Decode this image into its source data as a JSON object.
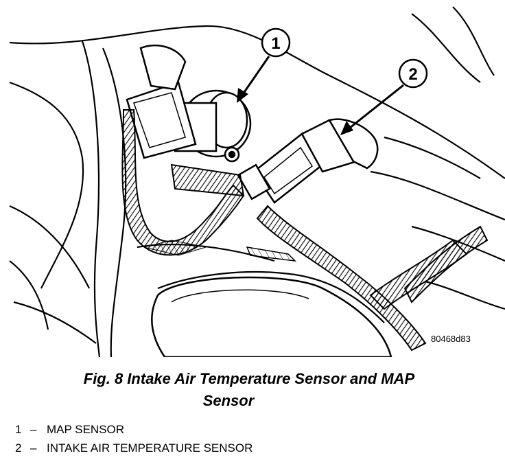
{
  "figure": {
    "callouts": [
      {
        "number": "1"
      },
      {
        "number": "2"
      }
    ],
    "image_code": "80468d83"
  },
  "caption": {
    "line1": "Fig. 8 Intake Air Temperature Sensor and MAP",
    "line2": "Sensor"
  },
  "legend": [
    {
      "number": "1",
      "dash": "–",
      "label": "MAP SENSOR"
    },
    {
      "number": "2",
      "dash": "–",
      "label": "INTAKE AIR TEMPERATURE SENSOR"
    }
  ]
}
